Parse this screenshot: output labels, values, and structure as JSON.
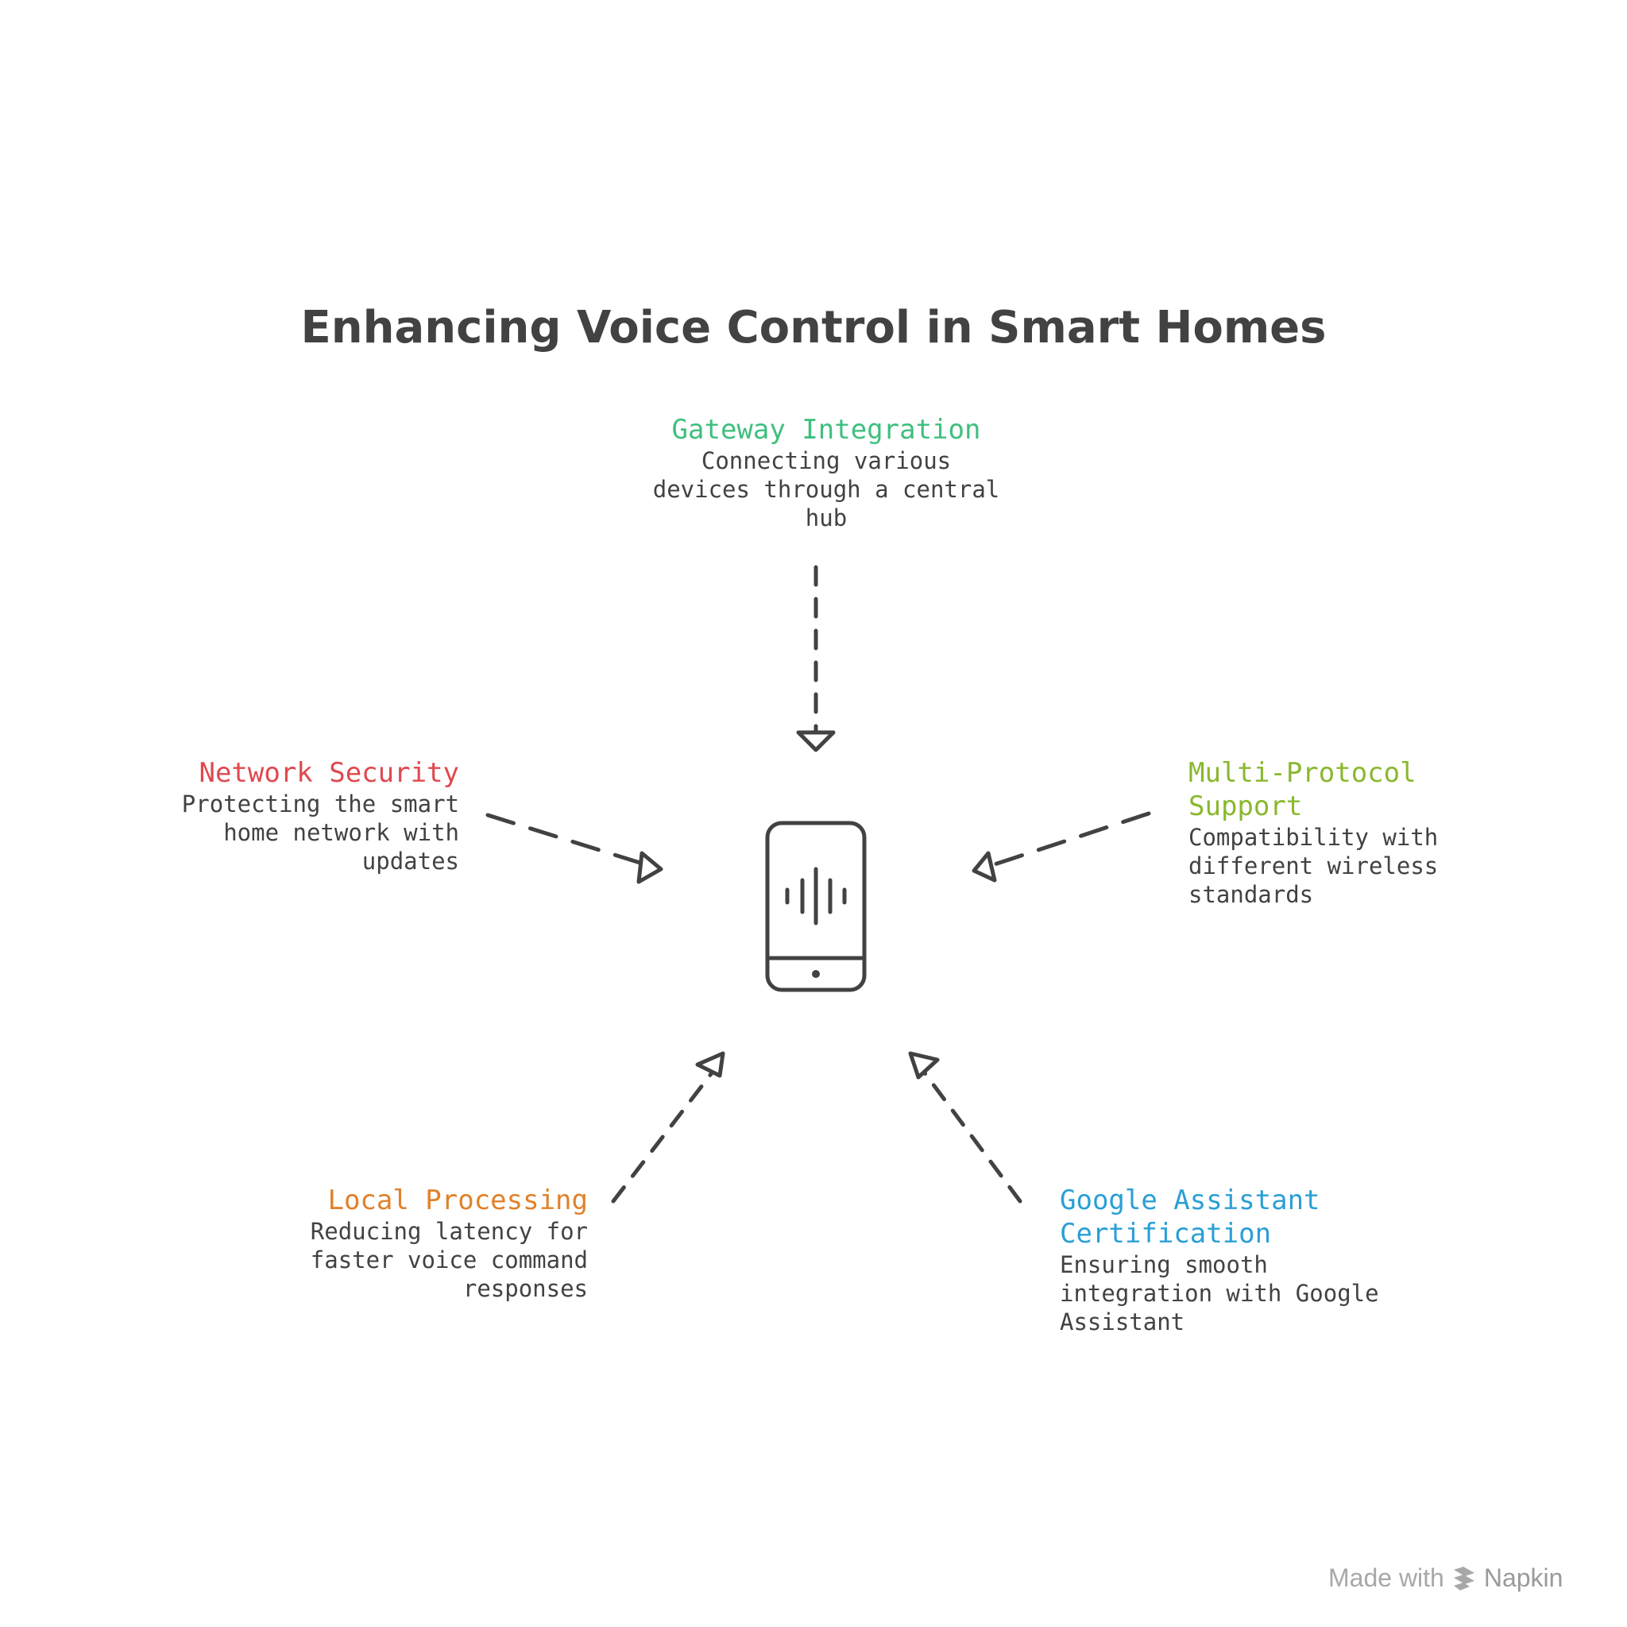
{
  "title": "Enhancing Voice Control in Smart Homes",
  "center": {
    "icon": "smartphone-voice-icon"
  },
  "colors": {
    "ink": "#424242",
    "gateway": "#3fbf7f",
    "network": "#e0484f",
    "multi": "#8ab82e",
    "local": "#e0812a",
    "google": "#2a9fd6"
  },
  "nodes": {
    "gateway": {
      "title": "Gateway Integration",
      "desc": [
        "Connecting various",
        "devices through a central",
        "hub"
      ]
    },
    "network": {
      "title": "Network Security",
      "desc": [
        "Protecting the smart",
        "home network with",
        "updates"
      ]
    },
    "multi": {
      "title": "Multi-Protocol Support",
      "desc": [
        "Compatibility with",
        "different wireless",
        "standards"
      ]
    },
    "local": {
      "title": "Local Processing",
      "desc": [
        "Reducing latency for",
        "faster voice command",
        "responses"
      ]
    },
    "google": {
      "title": [
        "Google Assistant",
        "Certification"
      ],
      "desc": [
        "Ensuring smooth",
        "integration with Google",
        "Assistant"
      ]
    }
  },
  "watermark": {
    "prefix": "Made with",
    "brand": "Napkin",
    "icon": "napkin-logo-icon"
  }
}
